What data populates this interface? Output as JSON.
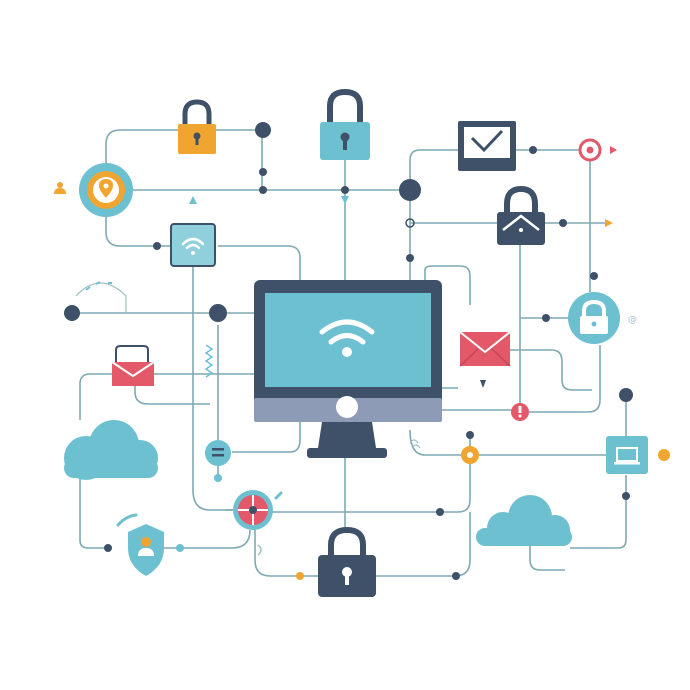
{
  "diagram": {
    "colors": {
      "navy": "#3f5069",
      "teal": "#6cc0cf",
      "teal_light": "#8fd0dc",
      "orange": "#f0a530",
      "red": "#e3596a",
      "screen_base": "#8e9bb7",
      "wire": "#7fa9b3"
    },
    "center": {
      "element": "desktop-monitor",
      "screen_icon": "wifi-icon"
    },
    "nodes": [
      {
        "name": "padlock-orange",
        "icon": "padlock-icon",
        "color": "orange"
      },
      {
        "name": "padlock-teal-top",
        "icon": "padlock-icon",
        "color": "teal"
      },
      {
        "name": "padlock-navy-right",
        "icon": "padlock-icon",
        "color": "navy"
      },
      {
        "name": "padlock-teal-circle",
        "icon": "padlock-icon",
        "color": "teal"
      },
      {
        "name": "padlock-navy-bottom",
        "icon": "padlock-icon",
        "color": "navy"
      },
      {
        "name": "location-pin-badge",
        "icon": "location-pin-icon",
        "color": "orange"
      },
      {
        "name": "wifi-box",
        "icon": "wifi-icon",
        "color": "teal"
      },
      {
        "name": "email-left",
        "icon": "envelope-icon",
        "color": "red"
      },
      {
        "name": "email-right",
        "icon": "envelope-icon",
        "color": "red"
      },
      {
        "name": "monitor-check",
        "icon": "checkmark-icon",
        "color": "navy"
      },
      {
        "name": "cloud-left",
        "icon": "cloud-icon",
        "color": "teal"
      },
      {
        "name": "cloud-right",
        "icon": "cloud-icon",
        "color": "teal"
      },
      {
        "name": "shield-user",
        "icon": "shield-icon",
        "color": "teal"
      },
      {
        "name": "compass-target",
        "icon": "target-icon",
        "color": "red"
      },
      {
        "name": "laptop-box",
        "icon": "laptop-icon",
        "color": "teal"
      },
      {
        "name": "alert-target",
        "icon": "target-icon",
        "color": "red"
      }
    ]
  }
}
